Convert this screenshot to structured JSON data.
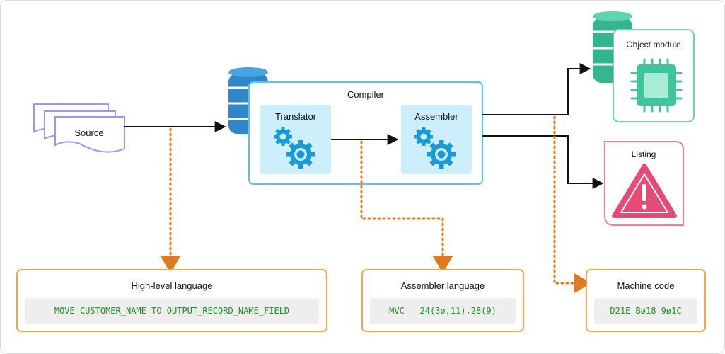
{
  "source": {
    "label": "Source"
  },
  "compiler": {
    "title": "Compiler",
    "translator": {
      "label": "Translator"
    },
    "assembler": {
      "label": "Assembler"
    }
  },
  "outputs": {
    "object_module": {
      "label": "Object module"
    },
    "listing": {
      "label": "Listing"
    }
  },
  "panels": {
    "high_level": {
      "title": "High-level language",
      "code": "MOVE CUSTOMER_NAME TO OUTPUT_RECORD_NAME_FIELD"
    },
    "assembler": {
      "title": "Assembler language",
      "code": "MVC   24(3ø,11),28(9)"
    },
    "machine": {
      "title": "Machine code",
      "code": "D21E Bø18 9ø1C"
    }
  },
  "colors": {
    "compiler_border": "#5bc0eb",
    "compiler_inner": "#cdeefb",
    "gear": "#1a9bd7",
    "database": "#2f86c9",
    "object_module_border": "#6fd3b4",
    "object_db": "#34b58f",
    "chip": "#3fc49c",
    "listing_border": "#f07ca0",
    "warning": "#e54b76",
    "panel_border": "#f4a64a",
    "dotted_arrow": "#e07a1f",
    "code_text": "#1f8f1f",
    "source_stack": "#a88ff0"
  },
  "icons": [
    "source-stack-icon",
    "database-icon",
    "gear-icon",
    "chip-icon",
    "warning-icon"
  ]
}
